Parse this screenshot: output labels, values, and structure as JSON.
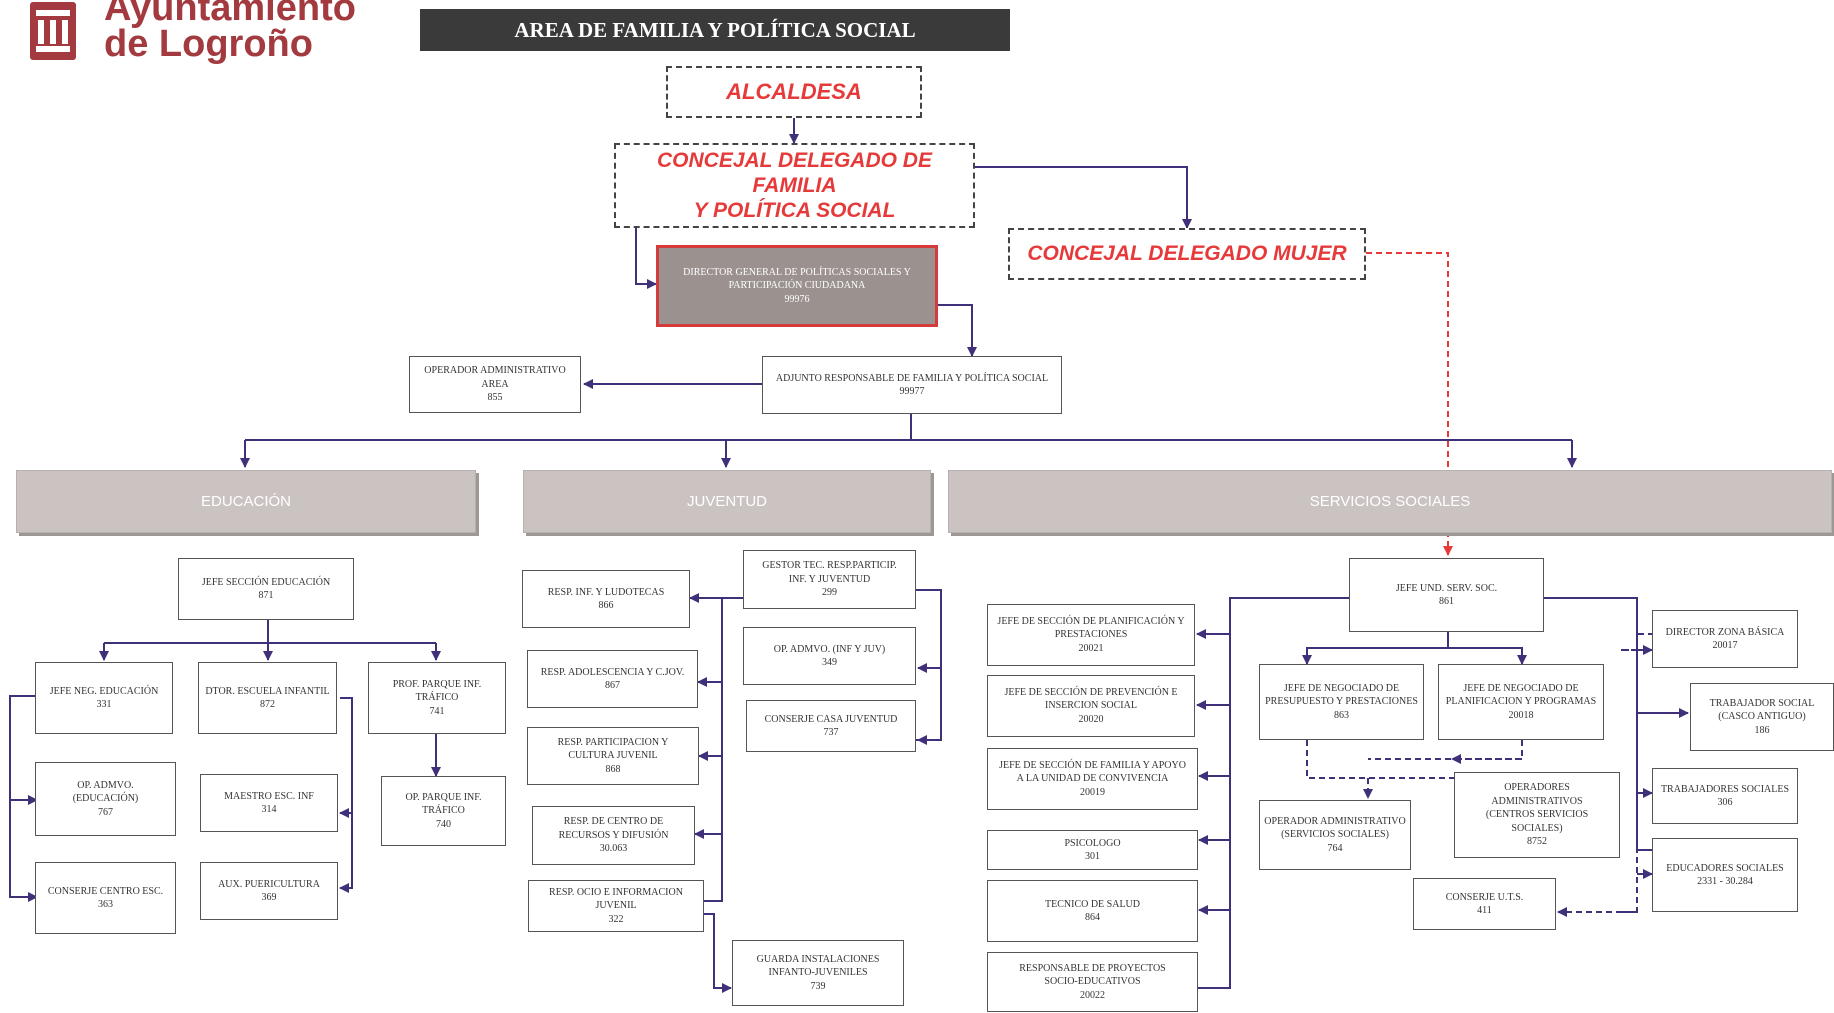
{
  "logo": {
    "text": "Ayuntamiento\nde Logroño",
    "color": "#a33a3f"
  },
  "header": {
    "title": "AREA DE FAMILIA Y POLÍTICA SOCIAL"
  },
  "top": {
    "alcaldesa": "ALCALDESA",
    "concejal_familia": "CONCEJAL DELEGADO DE FAMILIA\nY POLÍTICA SOCIAL",
    "concejal_mujer": "CONCEJAL DELEGADO MUJER",
    "director_general": "DIRECTOR GENERAL DE POLÍTICAS SOCIALES Y\nPARTICIPACIÓN CIUDADANA\n99976",
    "operador_area": "OPERADOR ADMINISTRATIVO\nAREA\n855",
    "adjunto": "ADJUNTO RESPONSABLE DE FAMILIA Y POLÍTICA SOCIAL\n99977"
  },
  "bands": {
    "educacion": "EDUCACIÓN",
    "juventud": "JUVENTUD",
    "servicios_sociales": "SERVICIOS SOCIALES"
  },
  "educacion": {
    "jefe_seccion": "JEFE SECCIÓN EDUCACIÓN\n871",
    "jefe_neg": "JEFE NEG. EDUCACIÓN\n331",
    "dtor_escuela": "DTOR. ESCUELA INFANTIL\n872",
    "prof_parque": "PROF. PARQUE INF.\nTRÁFICO\n741",
    "op_admvo": "OP. ADMVO.\n(EDUCACIÓN)\n767",
    "maestro": "MAESTRO ESC. INF\n314",
    "op_parque": "OP. PARQUE INF.\nTRÁFICO\n740",
    "conserje": "CONSERJE CENTRO ESC.\n363",
    "aux_puericultura": "AUX. PUERICULTURA\n369"
  },
  "juventud": {
    "gestor": "GESTOR TEC. RESP.PARTICIP.\nINF. Y JUVENTUD\n299",
    "resp_ludotecas": "RESP. INF. Y LUDOTECAS\n866",
    "op_admvo": "OP. ADMVO. (INF Y JUV)\n349",
    "resp_adolescencia": "RESP. ADOLESCENCIA Y C.JOV.\n867",
    "conserje_casa": "CONSERJE CASA JUVENTUD\n737",
    "resp_participacion": "RESP. PARTICIPACION Y\nCULTURA JUVENIL\n868",
    "resp_recursos": "RESP. DE CENTRO DE\nRECURSOS Y DIFUSIÓN\n30.063",
    "resp_ocio": "RESP. OCIO E INFORMACION\nJUVENIL\n322",
    "guarda": "GUARDA INSTALACIONES\nINFANTO-JUVENILES\n739"
  },
  "servicios": {
    "jefe_und": "JEFE UND. SERV. SOC.\n861",
    "jefe_planif": "JEFE DE SECCIÓN DE PLANIFICACIÓN Y\nPRESTACIONES\n20021",
    "jefe_prevencion": "JEFE DE SECCIÓN DE PREVENCIÓN E\nINSERCION SOCIAL\n20020",
    "jefe_familia": "JEFE DE SECCIÓN DE FAMILIA Y APOYO\nA LA UNIDAD DE CONVIVENCIA\n20019",
    "psicologo": "PSICOLOGO\n301",
    "tecnico_salud": "TECNICO DE SALUD\n864",
    "resp_proyectos": "RESPONSABLE DE PROYECTOS\nSOCIO-EDUCATIVOS\n20022",
    "neg_presupuesto": "JEFE DE NEGOCIADO DE\nPRESUPUESTO Y PRESTACIONES\n863",
    "neg_planificacion": "JEFE DE NEGOCIADO DE\nPLANIFICACION Y PROGRAMAS\n20018",
    "operador_ss": "OPERADOR ADMINISTRATIVO\n(SERVICIOS SOCIALES)\n764",
    "operadores_centros": "OPERADORES\nADMINISTRATIVOS\n(CENTROS SERVICIOS\nSOCIALES)\n8752",
    "conserje_uts": "CONSERJE U.T.S.\n411",
    "director_zona": "DIRECTOR ZONA BÁSICA\n20017",
    "trabajador_social": "TRABAJADOR SOCIAL\n(CASCO ANTIGUO)\n186",
    "trabajadores_sociales": "TRABAJADORES SOCIALES\n306",
    "educadores_sociales": "EDUCADORES SOCIALES\n2331 - 30.284"
  }
}
